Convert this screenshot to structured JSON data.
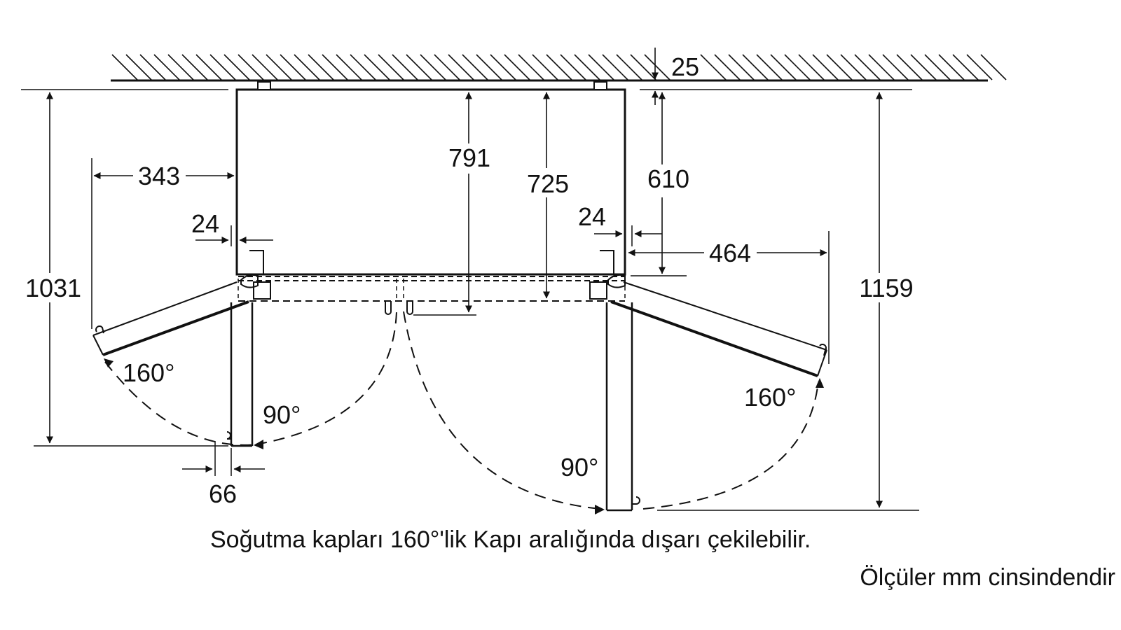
{
  "dimensions": {
    "wall_gap": "25",
    "left_door_swing": "343",
    "center_depth": "791",
    "body_depth_inner": "725",
    "side_depth": "610",
    "left_hinge_offset": "24",
    "right_hinge_offset": "24",
    "right_door_swing": "464",
    "total_depth_left": "1031",
    "total_depth_right": "1159",
    "left_bottom_offset": "66"
  },
  "angles": {
    "left_open_160": "160°",
    "left_open_90": "90°",
    "right_open_160": "160°",
    "right_open_90": "90°"
  },
  "captions": {
    "note": "Soğutma kapları 160°'lik Kapı aralığında dışarı çekilebilir.",
    "units": "Ölçüler mm cinsindendir"
  }
}
